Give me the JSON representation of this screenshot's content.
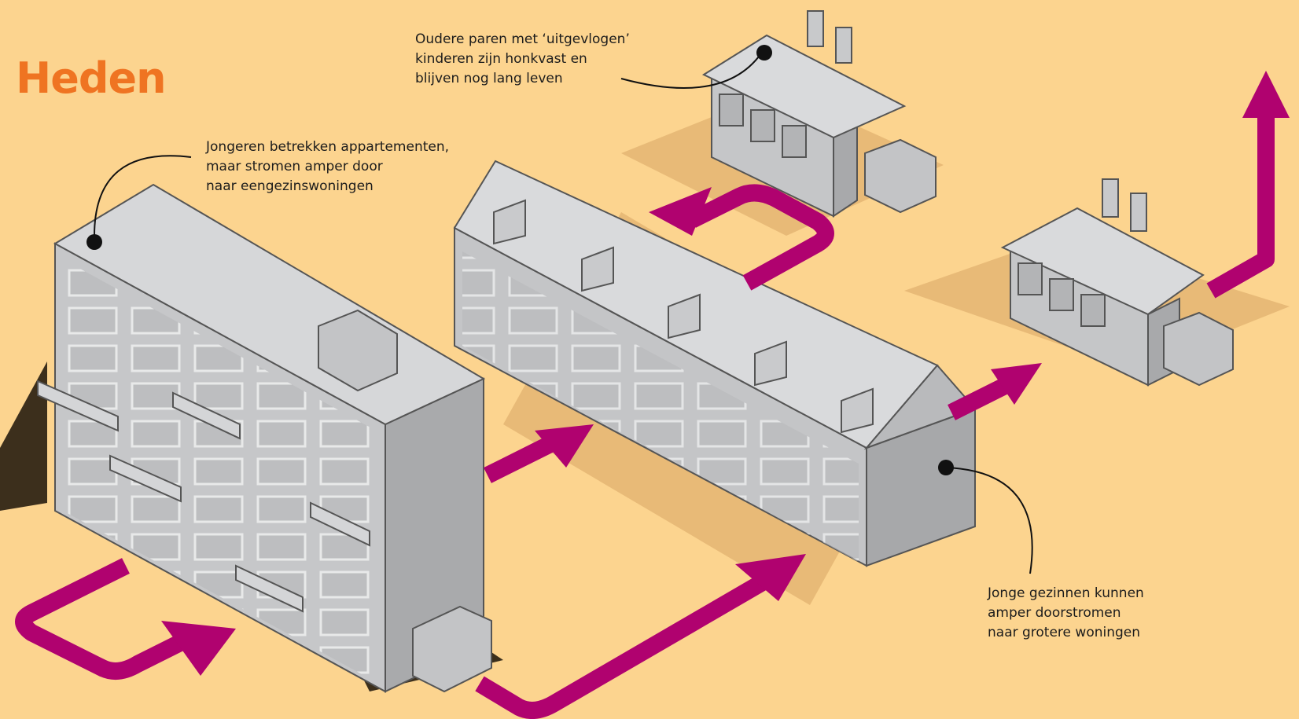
{
  "title": "Heden",
  "callouts": {
    "older": [
      "Oudere paren met ‘uitgevlogen’",
      "kinderen zijn honkvast en",
      "blijven nog lang leven"
    ],
    "young": [
      "Jongeren betrekken appartementen,",
      "maar stromen amper door",
      "naar eengezinswoningen"
    ],
    "families": [
      "Jonge gezinnen kunnen",
      "amper doorstromen",
      "naar grotere woningen"
    ]
  },
  "colors": {
    "background": "#fcd48f",
    "title": "#ef7422",
    "arrow": "#b0026f",
    "building": "#c8c9cb",
    "roof": "#d9dadc",
    "shadow": "#e7b974"
  },
  "icons": [
    "apartment-building",
    "row-houses",
    "detached-house",
    "flow-arrow"
  ]
}
